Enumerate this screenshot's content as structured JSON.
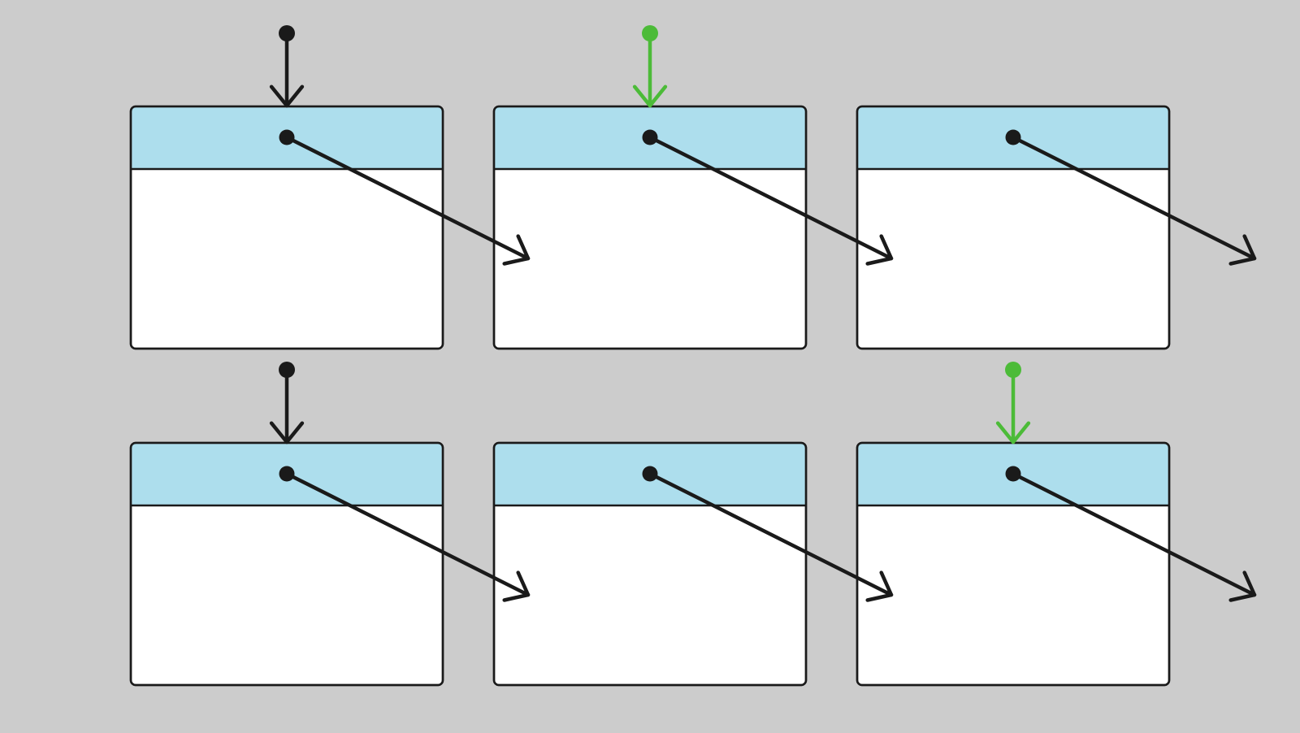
{
  "diagram": {
    "type": "linked-window-blocks",
    "colors": {
      "background": "#cccccc",
      "header_fill": "#addeed",
      "body_fill": "#ffffff",
      "outline": "#1a1a1a",
      "default_pointer": "#1a1a1a",
      "highlight_pointer": "#4cbb38"
    },
    "rows": [
      {
        "blocks": [
          {
            "id": "r1c1",
            "incoming_pointer": "default",
            "outgoing_link": true
          },
          {
            "id": "r1c2",
            "incoming_pointer": "highlight",
            "outgoing_link": true
          },
          {
            "id": "r1c3",
            "incoming_pointer": "none",
            "outgoing_link": true
          }
        ]
      },
      {
        "blocks": [
          {
            "id": "r2c1",
            "incoming_pointer": "default",
            "outgoing_link": true
          },
          {
            "id": "r2c2",
            "incoming_pointer": "none",
            "outgoing_link": true
          },
          {
            "id": "r2c3",
            "incoming_pointer": "highlight",
            "outgoing_link": true
          }
        ]
      }
    ]
  }
}
